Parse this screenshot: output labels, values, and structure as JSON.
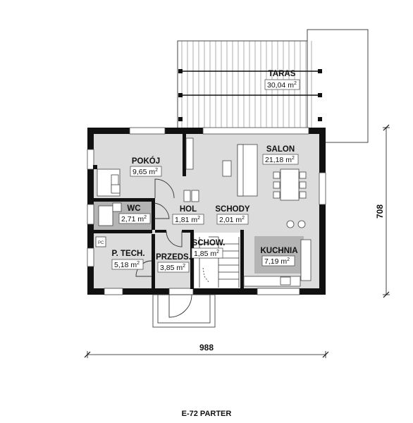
{
  "title": "E-72 PARTER",
  "dimensions": {
    "width": "988",
    "height": "708"
  },
  "rooms": {
    "taras": {
      "name": "TARAS",
      "area_num": "30,04 m",
      "unit_sup": "2"
    },
    "salon": {
      "name": "SALON",
      "area_num": "21,18 m",
      "unit_sup": "2"
    },
    "pokoj": {
      "name": "POKÓJ",
      "area_num": "9,65 m",
      "unit_sup": "2"
    },
    "wc": {
      "name": "WC",
      "area_num": "2,71 m",
      "unit_sup": "2"
    },
    "hol": {
      "name": "HOL",
      "area_num": "1,81 m",
      "unit_sup": "2"
    },
    "schody": {
      "name": "SCHODY",
      "area_num": "2,01 m",
      "unit_sup": "2"
    },
    "ptech": {
      "name": "P. TECH.",
      "area_num": "5,18 m",
      "unit_sup": "2"
    },
    "przeds": {
      "name": "PRZEDS.",
      "area_num": "3,85 m",
      "unit_sup": "2"
    },
    "schow": {
      "name": "SCHOW.",
      "area_num": "1,85 m",
      "unit_sup": "2"
    },
    "kuchnia": {
      "name": "KUCHNIA",
      "area_num": "7,19 m",
      "unit_sup": "2"
    }
  },
  "fixtures": {
    "boiler_label": "PC"
  },
  "colors": {
    "wall": "#111111",
    "floor": "#dcdcdc",
    "dark_floor": "#b4b4b4",
    "line": "#444444"
  }
}
